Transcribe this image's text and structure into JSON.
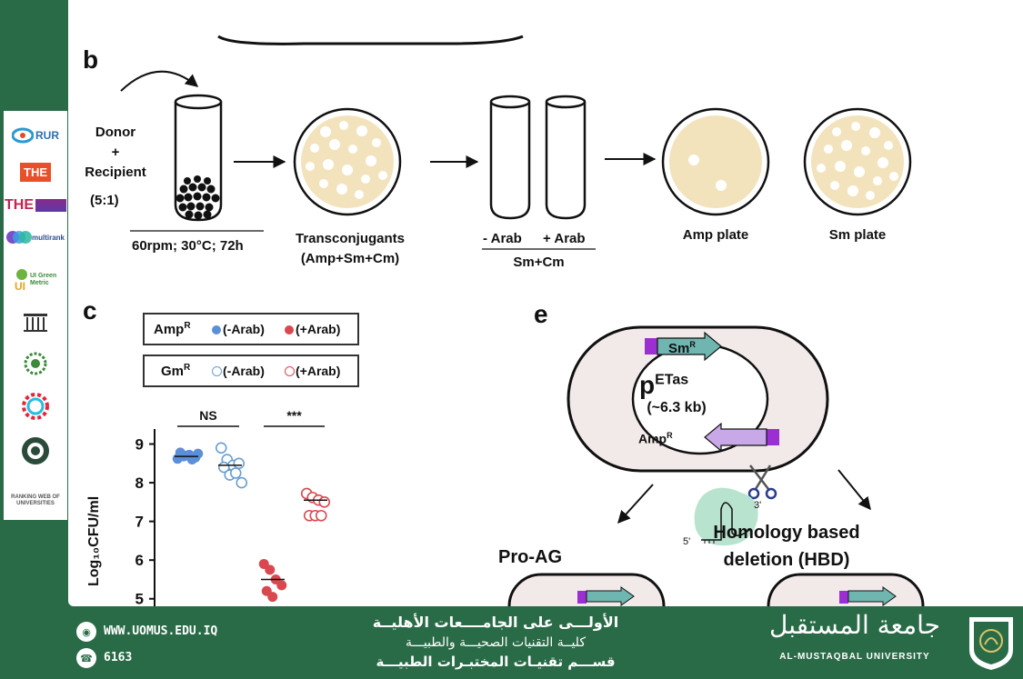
{
  "sidebar": {
    "logos": [
      {
        "name": "rur-logo",
        "text": "RUR"
      },
      {
        "name": "the-logo",
        "text": "THE"
      },
      {
        "name": "the-impact-logo",
        "text": "THE"
      },
      {
        "name": "multirank-logo",
        "text": "multirank"
      },
      {
        "name": "greenmetric-logo",
        "text": "UI Green Metric"
      },
      {
        "name": "museum-logo",
        "text": ""
      },
      {
        "name": "arab-universities-logo",
        "text": ""
      },
      {
        "name": "sdg-logo",
        "text": ""
      },
      {
        "name": "arab-engineers-logo",
        "text": ""
      },
      {
        "name": "webometrics-logo",
        "text": "RANKING WEB OF UNIVERSITIES"
      }
    ]
  },
  "figure": {
    "panel_b": {
      "letter": "b",
      "donor_label": "Donor\n+\nRecipient",
      "ratio": "(5:1)",
      "condition": "60rpm; 30°C; 72h",
      "transconjugants": "Transconjugants",
      "transconjugants_sub": "(Amp+Sm+Cm)",
      "minus_arab": "- Arab",
      "plus_arab": "+ Arab",
      "sm_cm": "Sm+Cm",
      "amp_plate": "Amp plate",
      "sm_plate": "Sm plate"
    },
    "panel_c": {
      "letter": "c",
      "legend_amp": "Amp",
      "legend_gm": "Gm",
      "superscript": "R",
      "minus_arab": "(-Arab)",
      "plus_arab": "(+Arab)",
      "sig_ns": "NS",
      "sig_star": "***",
      "ylabel": "Log₁₀CFU/ml"
    },
    "panel_e": {
      "letter": "e",
      "sm_gene": "Sm",
      "amp_gene": "Amp",
      "superscript": "R",
      "plasmid_name": "p",
      "plasmid_sup": "ETas",
      "plasmid_size": "(~6.3 kb)",
      "five_prime": "5'",
      "three_prime": "3'",
      "pro_ag": "Pro-AG",
      "hbd_line1": "Homology based",
      "hbd_line2": "deletion (HBD)"
    }
  },
  "chart_data": {
    "type": "scatter",
    "title": "",
    "ylabel": "Log₁₀CFU/ml",
    "xlabel": "",
    "ylim": [
      4.9,
      9.2
    ],
    "yticks": [
      5,
      6,
      7,
      8,
      9
    ],
    "groups": [
      {
        "key": "AmpR (-Arab)",
        "marker": "filled",
        "color": "#5b8fd9",
        "values": [
          8.62,
          8.68,
          8.72,
          8.65,
          8.78,
          8.7,
          8.6,
          8.75
        ],
        "mean": 8.68
      },
      {
        "key": "GmR (-Arab)",
        "marker": "open",
        "color": "#6a9ed0",
        "values": [
          8.9,
          8.6,
          8.45,
          8.5,
          8.4,
          8.2,
          8.25,
          8.0
        ],
        "mean": 8.45
      },
      {
        "key": "AmpR (+Arab)",
        "marker": "filled",
        "color": "#d9484f",
        "values": [
          5.9,
          5.75,
          5.5,
          5.35,
          5.2,
          5.05
        ],
        "mean": 5.5
      },
      {
        "key": "GmR (+Arab)",
        "marker": "open",
        "color": "#d9484f",
        "values": [
          7.72,
          7.62,
          7.55,
          7.5,
          7.15,
          7.15,
          7.15
        ],
        "mean": 7.55
      }
    ],
    "significance": [
      {
        "label": "NS",
        "between": [
          0,
          1
        ]
      },
      {
        "label": "***",
        "between": [
          2,
          3
        ]
      }
    ]
  },
  "footer": {
    "website": "WWW.UOMUS.EDU.IQ",
    "phone": "6163",
    "arabic_line1": "الأولـــى على الجامــــعات الأهليــة",
    "arabic_line2": "كليــة التقنيات الصحيـــة والطبيـــة",
    "arabic_line3": "قســـم تقنيـات المختبـرات الطبيـــة",
    "university_ar": "جامعة المستقبل",
    "university_en": "AL-MUSTAQBAL UNIVERSITY",
    "accent": "#2a6b47"
  }
}
